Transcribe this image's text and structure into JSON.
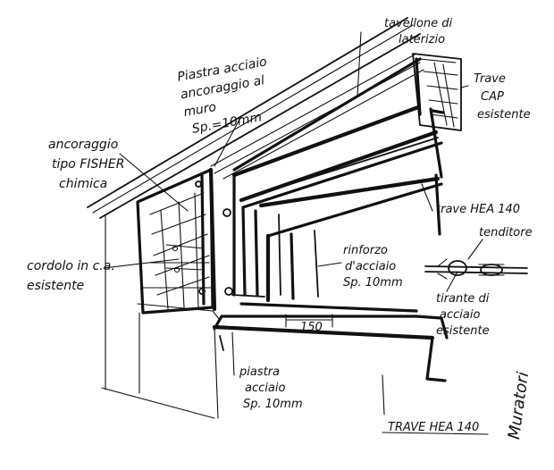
{
  "labels": {
    "tavellone": [
      "tavellone di",
      "laterizio"
    ],
    "trave_cap": [
      "Trave",
      "CAP",
      "esistente"
    ],
    "piastra_ancoraggio": [
      "Piastra acciaio",
      "ancoraggio al",
      "muro",
      "Sp.=10mm"
    ],
    "ancoraggio_fisher": [
      "ancoraggio",
      "tipo FISHER",
      "chimica"
    ],
    "trave_hea_upper": "trave HEA 140",
    "cordolo": [
      "cordolo in c.a.",
      "esistente"
    ],
    "rinforzo": [
      "rinforzo",
      "d'acciaio",
      "Sp. 10mm"
    ],
    "tenditore": "tenditore",
    "tirante": [
      "tirante di",
      "acciaio",
      "esistente"
    ],
    "dimension": "150",
    "piastra_lower": [
      "piastra",
      "acciaio",
      "Sp. 10mm"
    ],
    "trave_hea_lower": "TRAVE HEA 140",
    "signature": "Muratori"
  }
}
